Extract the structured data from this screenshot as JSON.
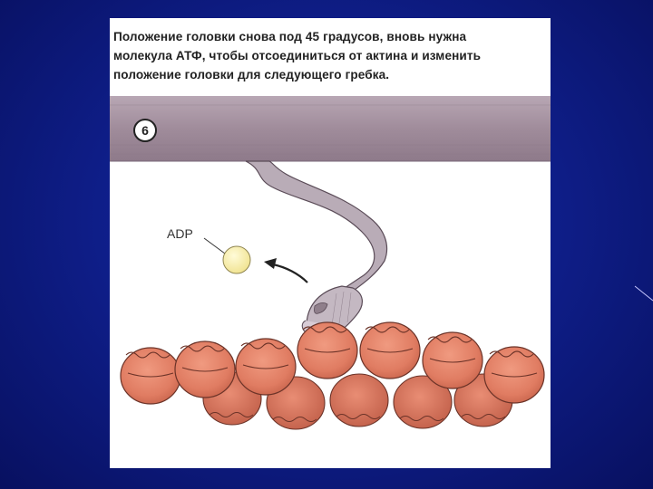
{
  "slide": {
    "caption_lines": [
      "Положение головки снова под 45 градусов, вновь нужна",
      "молекула АТФ, чтобы отсоединиться от актина и изменить",
      "положение головки для следующего гребка."
    ],
    "step_number": "6",
    "adp_label": "ADP"
  },
  "colors": {
    "background": "#0f1f8c",
    "myosin_filament": "#a593a0",
    "myosin_head": "#b9acb7",
    "actin_bead": "#e07f66",
    "adp_ball": "#f6eeaa"
  },
  "icons": [
    "curved-arrow-icon"
  ]
}
